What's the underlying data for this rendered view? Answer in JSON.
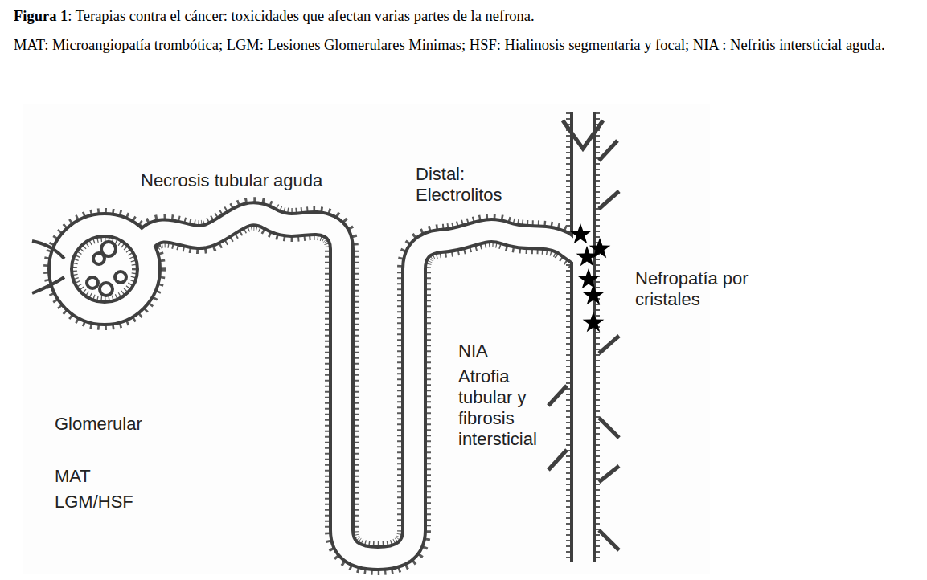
{
  "diagram": {
    "title": "Figura 1: Terapias contra el cáncer:  toxicidades que afectan varias partes de la nefrona.",
    "caption": "MAT: Microangiopatía trombótica; LGM: Lesiones Glomerulares Minimas; HSF: Hialinosis segmentaria y focal; NIA : Nefritis intersticial aguda.",
    "labels": [
      "Necrosis tubular aguda",
      "Distal: Electrolitos",
      "Nefropatía por cristales",
      "NIA",
      "Atrofia tubular y fibrosis intersticial",
      "Glomerular",
      "MAT",
      "LGM/HSF"
    ]
  }
}
